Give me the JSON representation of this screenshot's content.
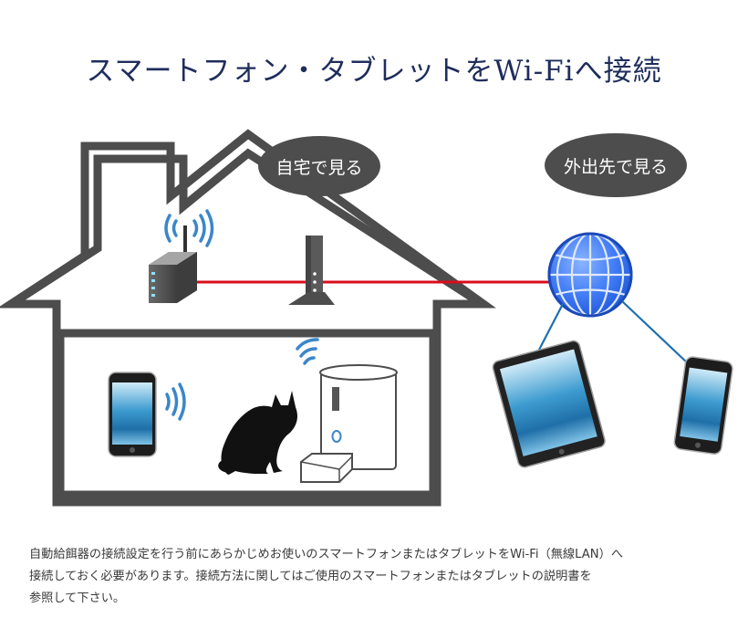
{
  "title": "スマートフォン・タブレットをWi-Fiへ接続",
  "labels": {
    "home": "自宅で見る",
    "outside": "外出先で見る"
  },
  "colors": {
    "title": "#1f2d5c",
    "house_outline": "#4d4d4d",
    "bubble": "#4d4d4d",
    "connection_line": "#d90d1e",
    "wifi_waves": "#3b86c9",
    "globe": "#2f6df0",
    "device_link": "#1e6fb0"
  },
  "icons": [
    "wifi-router-icon",
    "modem-icon",
    "globe-icon",
    "smartphone-icon",
    "tablet-icon",
    "cat-icon",
    "feeder-icon",
    "wifi-signal-icon"
  ],
  "description": {
    "line1": "自動給餌器の接続設定を行う前にあらかじめお使いのスマートフォンまたはタブレットをWi-Fi（無線LAN）へ",
    "line2": "接続しておく必要があります。接続方法に関してはご使用のスマートフォンまたはタブレットの説明書を",
    "line3": "参照して下さい。"
  }
}
